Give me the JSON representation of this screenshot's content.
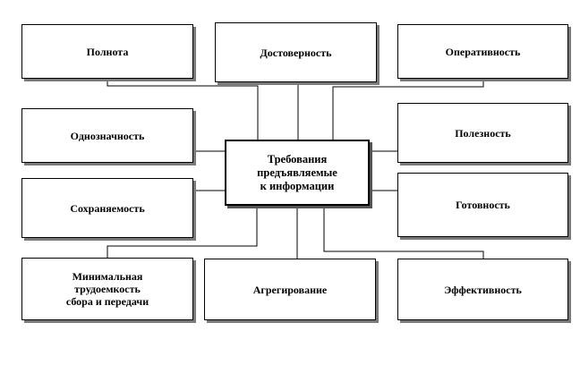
{
  "diagram": {
    "center": "Требования\nпредъявляемые\nк информации",
    "nodes": {
      "polnota": "Полнота",
      "dostovernost": "Достоверность",
      "operativnost": "Оперативность",
      "odnoznachnost": "Однозначность",
      "poleznost": "Полезность",
      "sokhranyaemost": "Сохраняемость",
      "gotovnost": "Готовность",
      "trudoemkost": "Минимальная\nтрудоемкость\nсбора и передачи",
      "agregirovanie": "Агрегирование",
      "effektivnost": "Эффективность"
    }
  }
}
